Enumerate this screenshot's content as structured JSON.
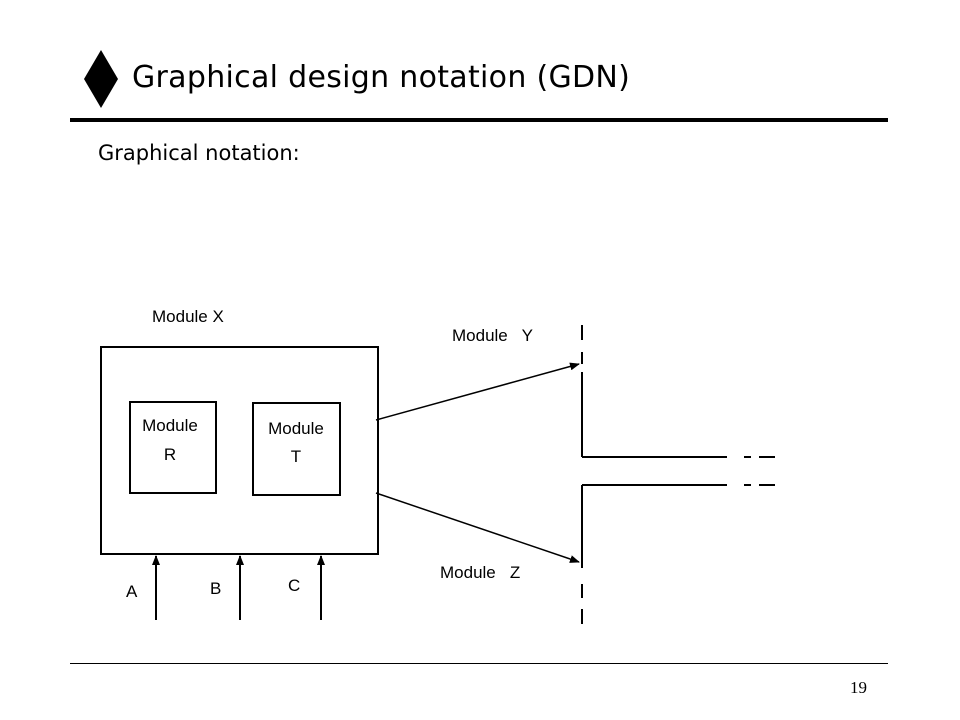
{
  "slide": {
    "title": "Graphical design notation (GDN)",
    "subtitle": "Graphical notation:",
    "page_number": "19"
  },
  "diagram": {
    "module_x": "Module X",
    "module_r": [
      "Module",
      "R"
    ],
    "module_t": [
      "Module",
      "T"
    ],
    "module_y": "Module   Y",
    "module_z": "Module   Z",
    "inputs": [
      "A",
      "B",
      "C"
    ]
  },
  "colors": {
    "ink": "#000000",
    "background": "#ffffff"
  },
  "icons": {
    "title_bullet": "diamond-icon"
  }
}
